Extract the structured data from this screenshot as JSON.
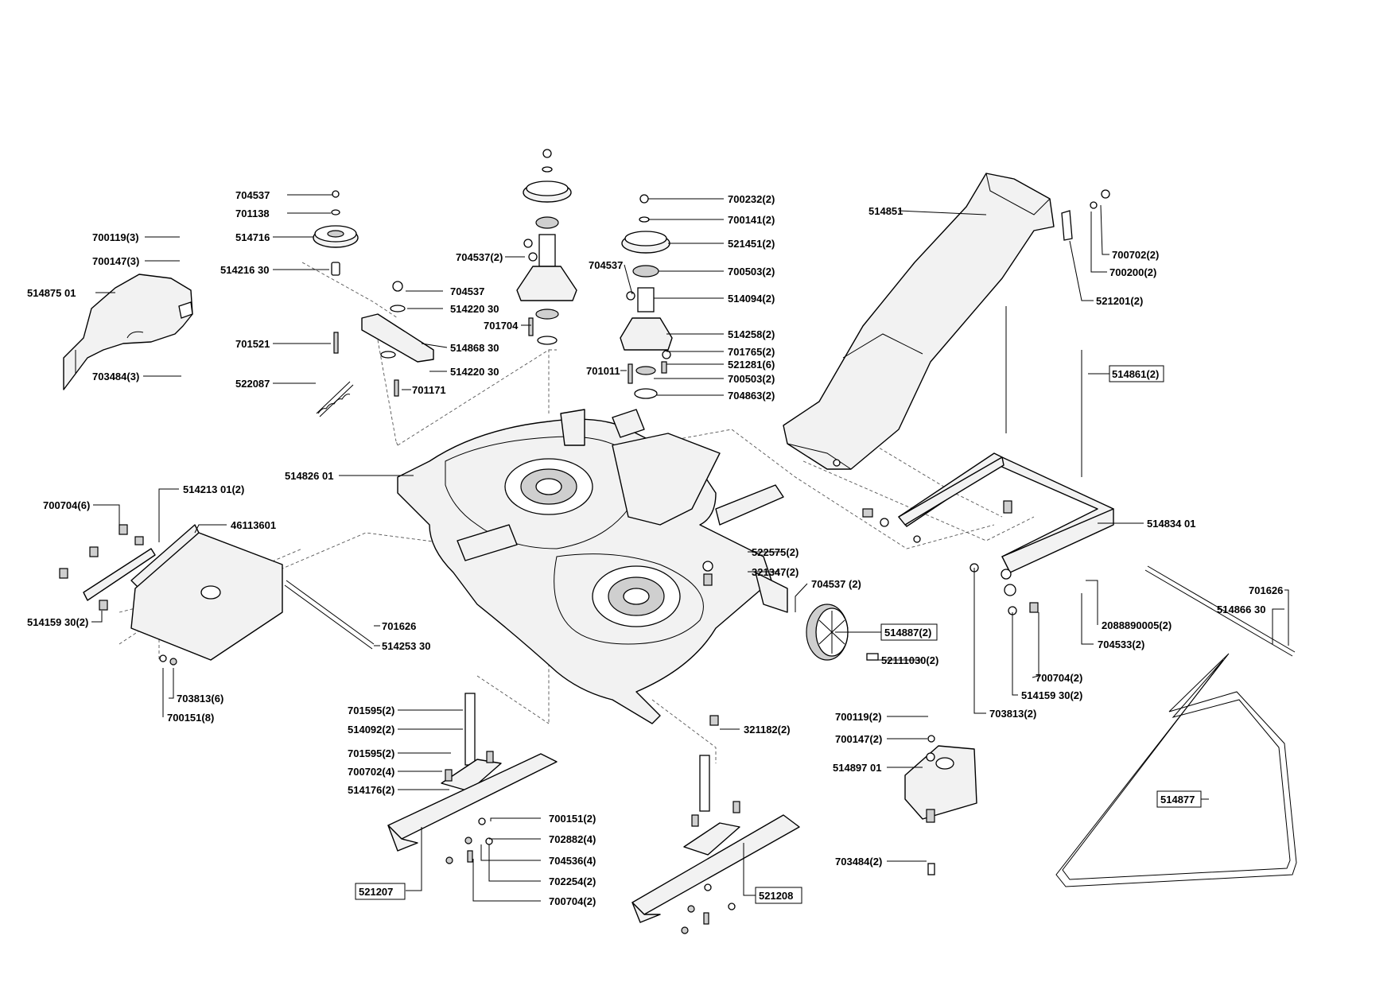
{
  "labels": {
    "l704537a": "704537",
    "l701138": "701138",
    "l514716": "514716",
    "l514216_30": "514216 30",
    "l700119_3": "700119(3)",
    "l700147_3": "700147(3)",
    "l514875_01": "514875 01",
    "l703484_3": "703484(3)",
    "l704537b": "704537",
    "l514220_30a": "514220 30",
    "l514868_30": "514868 30",
    "l514220_30b": "514220 30",
    "l701521": "701521",
    "l522087": "522087",
    "l701171": "701171",
    "l704537_2": "704537(2)",
    "l701704": "701704",
    "l704537c": "704537",
    "l701011": "701011",
    "l700232_2": "700232(2)",
    "l700141_2": "700141(2)",
    "l521451_2": "521451(2)",
    "l700503_2a": "700503(2)",
    "l514094_2": "514094(2)",
    "l514258_2": "514258(2)",
    "l701765_2": "701765(2)",
    "l521281_6": "521281(6)",
    "l700503_2b": "700503(2)",
    "l704863_2": "704863(2)",
    "l514851": "514851",
    "l700702_2a": "700702(2)",
    "l700200_2": "700200(2)",
    "l521201_2": "521201(2)",
    "l514861_2": "514861(2)",
    "l514826_01": "514826 01",
    "l514213_01_2": "514213 01(2)",
    "l700704_6": "700704(6)",
    "l46113601": "46113601",
    "l514159_30_2a": "514159 30(2)",
    "l701626a": "701626",
    "l514253_30": "514253 30",
    "l703813_6": "703813(6)",
    "l700151_8": "700151(8)",
    "l522575_2": "522575(2)",
    "l321347_2": "321347(2)",
    "l704537_2b": "704537 (2)",
    "l514887_2": "514887(2)",
    "l52111030_2": "52111030(2)",
    "l514834_01": "514834 01",
    "l2088890005_2": "2088890005(2)",
    "l704533_2": "704533(2)",
    "l700704_2a": "700704(2)",
    "l514159_30_2b": "514159 30(2)",
    "l703813_2": "703813(2)",
    "l701626b": "701626",
    "l514866_30": "514866 30",
    "l514877": "514877",
    "l321182_2": "321182(2)",
    "l701595_2a": "701595(2)",
    "l514092_2": "514092(2)",
    "l701595_2b": "701595(2)",
    "l700702_4": "700702(4)",
    "l514176_2": "514176(2)",
    "l700151_2": "700151(2)",
    "l702882_4": "702882(4)",
    "l704536_4": "704536(4)",
    "l702254_2": "702254(2)",
    "l700704_2b": "700704(2)",
    "l521207": "521207",
    "l521208": "521208",
    "l700119_2": "700119(2)",
    "l700147_2": "700147(2)",
    "l514897_01": "514897 01",
    "l703484_2": "703484(2)"
  }
}
